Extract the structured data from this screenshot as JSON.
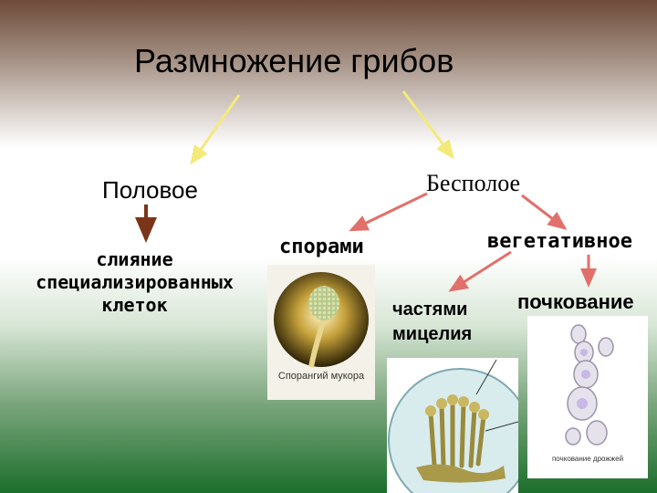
{
  "title": "Размножение грибов",
  "nodes": {
    "sexual": "Половое",
    "asexual": "Бесполое",
    "fusion": "слияние специализированных клеток",
    "spores": "спорами",
    "vegetative": "вегетативное",
    "mycelium": "частями мицелия",
    "budding": "почкование"
  },
  "images": {
    "sporangium_caption": "Спорангий мукора",
    "budding_caption": "почкование дрожжей"
  },
  "colors": {
    "yellow_arrow": "#f3ea7a",
    "red_arrow": "#e2706a",
    "dark_arrow": "#7a3418"
  }
}
